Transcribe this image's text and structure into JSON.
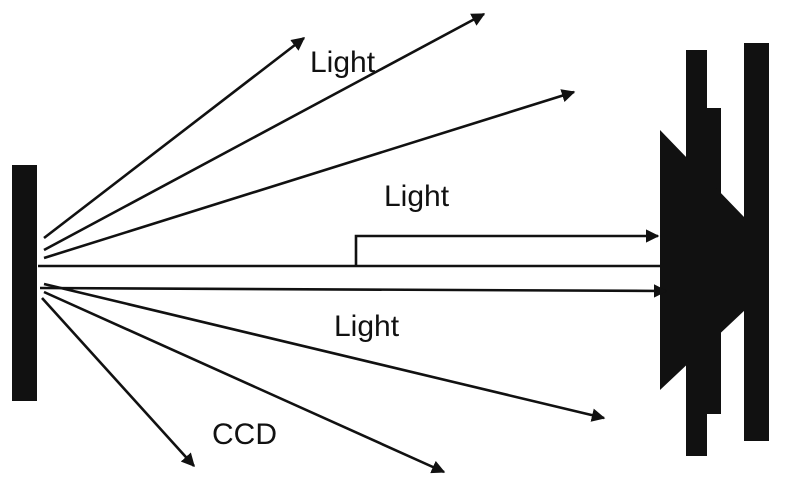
{
  "diagram": {
    "labels": {
      "light_top": "Light",
      "light_middle": "Light",
      "light_bottom": "Light",
      "ccd": "CCD"
    },
    "colors": {
      "ink": "#111111",
      "background": "#ffffff"
    }
  }
}
